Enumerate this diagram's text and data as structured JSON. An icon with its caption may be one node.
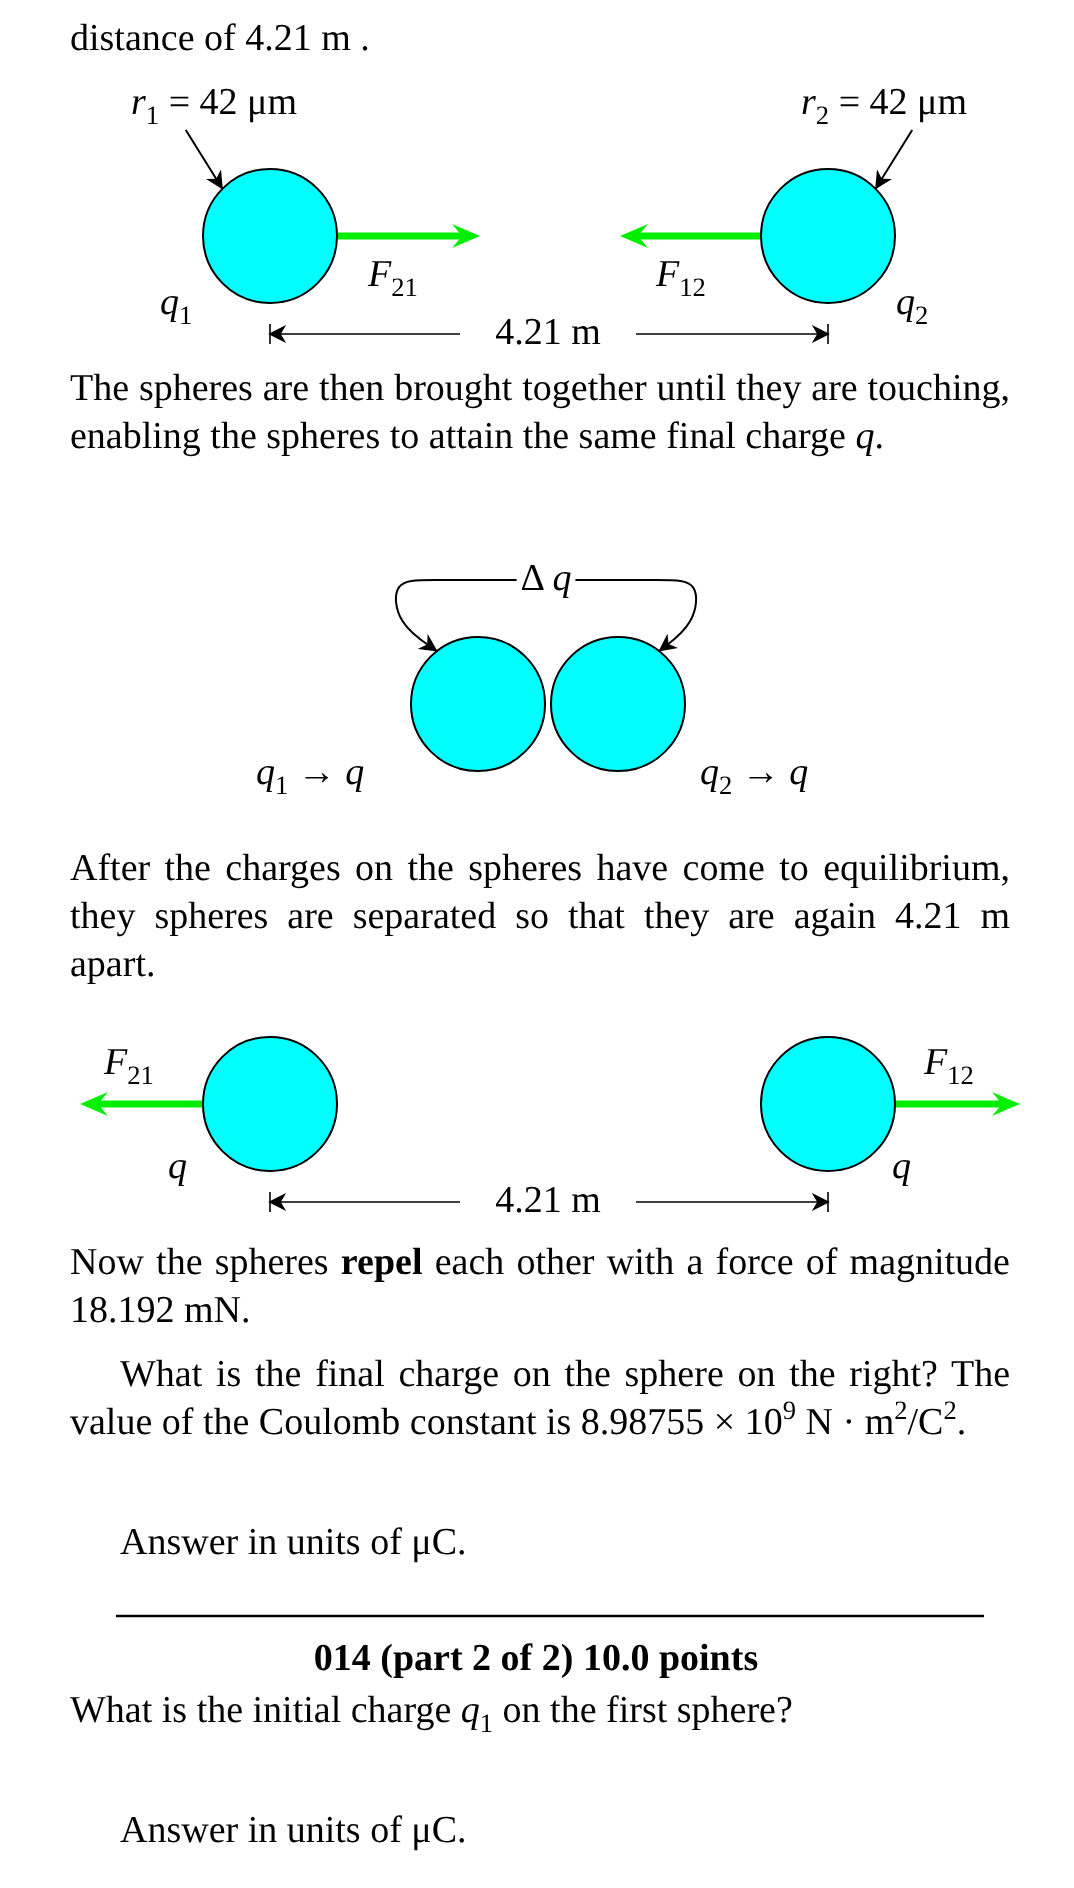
{
  "diagram": {
    "nodes": [
      {
        "text": [
          "*r*$_{1}$ = 42 μm"
        ]
      },
      {
        "text": [],
        "shape": "circle",
        "beside": [
          "*q*$_{1}$"
        ]
      },
      {
        "text": [
          "*r*$_{2}$ = 42 μm"
        ]
      },
      {
        "text": [],
        "shape": "circle",
        "beside": [
          "*q*$_{2}$"
        ]
      },
      {
        "text": [
          "Δ *q*"
        ]
      },
      {
        "text": [],
        "shape": "circle",
        "beside": [
          "*q*$_{1}$ → *q*"
        ]
      },
      {
        "text": [],
        "shape": "circle",
        "beside": [
          "*q*$_{2}$ → *q*"
        ]
      },
      {
        "text": [],
        "shape": "circle",
        "beside": [
          "*q*"
        ]
      },
      {
        "text": [],
        "shape": "circle",
        "beside": [
          "*q*"
        ]
      }
    ],
    "edges": [
      {
        "from": 0,
        "to": 1,
        "arrow": "to"
      },
      {
        "from": 2,
        "to": 3,
        "arrow": "to"
      },
      {
        "from": 4,
        "to": 5,
        "arrow": "to"
      },
      {
        "from": 4,
        "to": 6,
        "arrow": "to"
      }
    ],
    "labels": [
      "distance of 4.21 m .",
      "*F*$_{21}$",
      "*F*$_{12}$",
      "4.21 m",
      "The spheres are then brought together until they are touching, enabling the spheres to attain the same final charge *q*.",
      "After the charges on the spheres have come to equilibrium, they spheres are separated so that they are again 4.21 m apart.",
      "*F*$_{21}$",
      "*F*$_{12}$",
      "4.21 m",
      "Now the spheres **repel** each other with a force of magnitude 18.192 mN.",
      "What is the final charge on the sphere on the right? The value of the Coulomb constant is 8.98755 × 10$^{9}$ N · m$^{2}$/C$^{2}$.",
      "Answer in units of  μC.",
      "014 (part 2 of 2) 10.0 points",
      "What is the initial charge *q*$_{1}$ on the first sphere?",
      "Answer in units of  μC."
    ]
  }
}
